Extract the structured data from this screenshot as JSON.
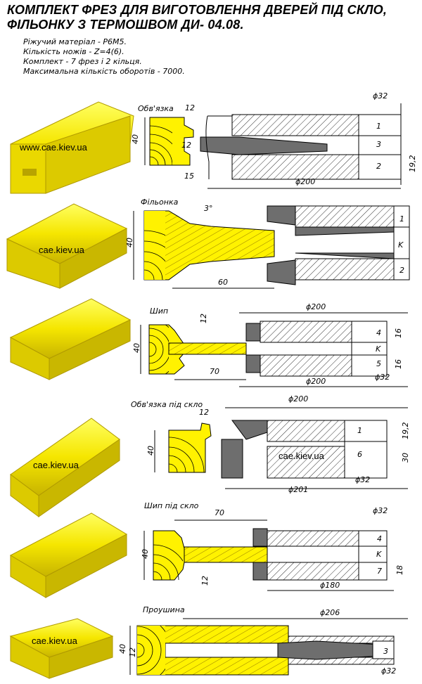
{
  "document": {
    "title_line1": "КОМПЛЕКТ ФРЕЗ ДЛЯ ВИГОТОВЛЕННЯ ДВЕРЕЙ ПІД СКЛО,",
    "title_line2": "ФІЛЬОНКУ З ТЕРМОШВОМ ДИ- 04.08.",
    "specs": [
      "Ріжучий матеріал - Р6М5.",
      "Кількість ножів - Z=4(6).",
      "Комплект - 7 фрез і 2 кільця.",
      "Максимальна кількість оборотів - 7000."
    ]
  },
  "watermarks": {
    "site_1": "www.cae.kiev.ua",
    "site_2": "cae.kiev.ua",
    "site_3": "cae.kiev.ua",
    "site_4": "cae.kiev.ua",
    "site_5": "cae.kiev.ua"
  },
  "sections": [
    {
      "label": "Обв'язка",
      "dims": {
        "w12": "12",
        "h40": "40",
        "g12": "12",
        "d15": "15",
        "d32": "ϕ32",
        "n1": "1",
        "n3": "3",
        "n2": "2",
        "h192": "19,2",
        "d200": "ϕ200"
      }
    },
    {
      "label": "Фільонка",
      "dims": {
        "angle": "3°",
        "h40": "40",
        "w60": "60",
        "n1": "1",
        "nk": "K",
        "n2": "2"
      }
    },
    {
      "label": "Шип",
      "dims": {
        "d200a": "ϕ200",
        "h40": "40",
        "v12": "12",
        "w70": "70",
        "n4": "4",
        "nk": "K",
        "n5": "5",
        "h16a": "16",
        "h16b": "16",
        "d200b": "ϕ200",
        "d32": "ϕ32"
      }
    },
    {
      "label": "Обв'язка під скло",
      "dims": {
        "d200": "ϕ200",
        "w12": "12",
        "h40": "40",
        "n1": "1",
        "n6": "6",
        "h192": "19,2",
        "h30": "30",
        "d201": "ϕ201",
        "d32": "ϕ32"
      }
    },
    {
      "label": "Шип під скло",
      "dims": {
        "w70": "70",
        "d32": "ϕ32",
        "h40": "40",
        "v12": "12",
        "n4": "4",
        "nk": "K",
        "n7": "7",
        "h18": "18",
        "d180": "ϕ180"
      }
    },
    {
      "label": "Проушина",
      "dims": {
        "d206": "ϕ206",
        "h40": "40",
        "v12": "12",
        "n3": "3",
        "d32": "ϕ32"
      }
    }
  ],
  "colors": {
    "wood": "#FFF200",
    "profile": "#F2E200",
    "metal": "#6E6E6E",
    "line": "#000000"
  }
}
